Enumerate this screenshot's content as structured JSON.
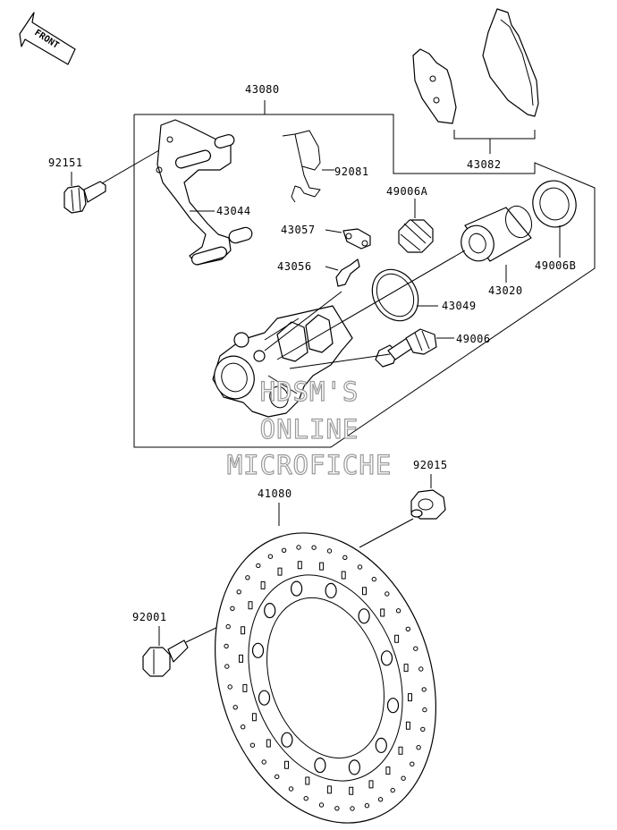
{
  "front_arrow": {
    "label": "FRONT"
  },
  "callouts": [
    {
      "id": "43080",
      "text": "43080"
    },
    {
      "id": "43082",
      "text": "43082"
    },
    {
      "id": "92151",
      "text": "92151"
    },
    {
      "id": "92081",
      "text": "92081"
    },
    {
      "id": "43044",
      "text": "43044"
    },
    {
      "id": "49006A",
      "text": "49006A"
    },
    {
      "id": "43057",
      "text": "43057"
    },
    {
      "id": "43056",
      "text": "43056"
    },
    {
      "id": "43020",
      "text": "43020"
    },
    {
      "id": "49006B",
      "text": "49006B"
    },
    {
      "id": "43049",
      "text": "43049"
    },
    {
      "id": "49006",
      "text": "49006"
    },
    {
      "id": "92015",
      "text": "92015"
    },
    {
      "id": "41080",
      "text": "41080"
    },
    {
      "id": "92001",
      "text": "92001"
    }
  ],
  "watermark": {
    "line1": "HDSM'S",
    "line2": "ONLINE",
    "line3": "MICROFICHE"
  }
}
